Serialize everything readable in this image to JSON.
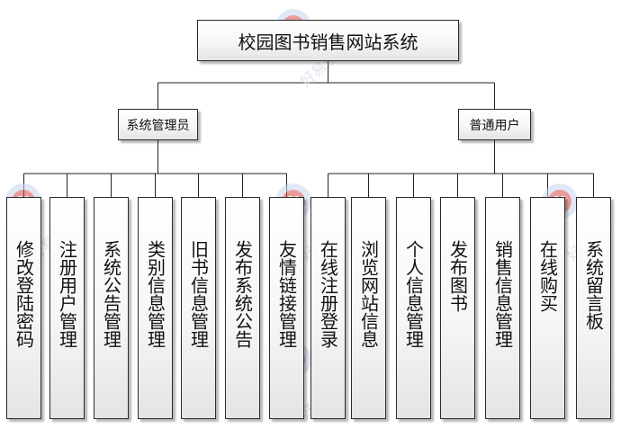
{
  "root": {
    "label": "校园图书销售网站系统"
  },
  "branches": [
    {
      "label": "系统管理员",
      "children": [
        "修改登陆密码",
        "注册用户管理",
        "系统公告管理",
        "类别信息管理",
        "旧书信息管理",
        "发布系统公告",
        "友情链接管理"
      ]
    },
    {
      "label": "普通用户",
      "children": [
        "在线注册登录",
        "浏览网站信息",
        "个人信息管理",
        "发布图书",
        "销售信息管理",
        "在线购买",
        "系统留言板"
      ]
    }
  ],
  "watermark": {
    "text": "好易设计",
    "badge": "H",
    "icon": "hy-logo-icon"
  }
}
